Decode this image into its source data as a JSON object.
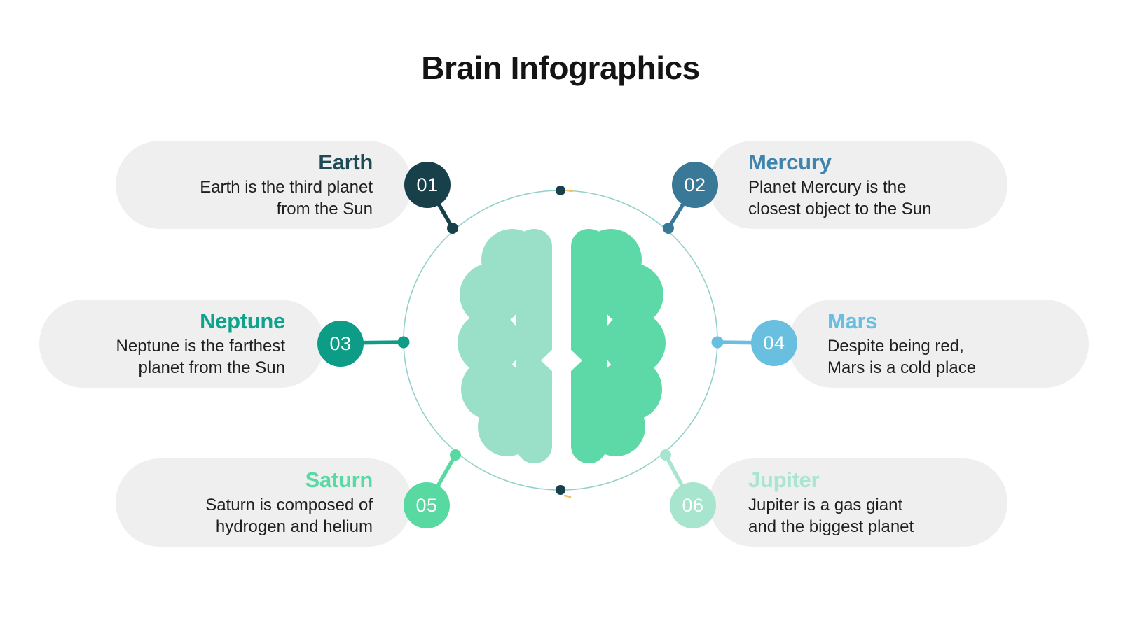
{
  "page": {
    "title": "Brain Infographics"
  },
  "items": [
    {
      "number": "01",
      "name": "Earth",
      "description": "Earth is the third planet\nfrom the Sun",
      "accent_color": "#17404b",
      "title_color": "#1e4a56",
      "side": "left"
    },
    {
      "number": "02",
      "name": "Mercury",
      "description": "Planet Mercury is the\nclosest object to the Sun",
      "accent_color": "#3a7897",
      "title_color": "#3e84ac",
      "side": "right"
    },
    {
      "number": "03",
      "name": "Neptune",
      "description": "Neptune is the farthest\nplanet from the Sun",
      "accent_color": "#0d9d86",
      "title_color": "#10a38b",
      "side": "left"
    },
    {
      "number": "04",
      "name": "Mars",
      "description": "Despite being red,\nMars is a cold place",
      "accent_color": "#69bfdf",
      "title_color": "#67bedf",
      "side": "right"
    },
    {
      "number": "05",
      "name": "Saturn",
      "description": "Saturn is composed of\nhydrogen and helium",
      "accent_color": "#58d9a2",
      "title_color": "#58daa4",
      "side": "left"
    },
    {
      "number": "06",
      "name": "Jupiter",
      "description": "Jupiter is a gas giant\nand the biggest planet",
      "accent_color": "#a7e5cf",
      "title_color": "#a9e6d0",
      "side": "right"
    }
  ],
  "brain": {
    "left_hemisphere_color": "#9ae0c8",
    "right_hemisphere_color": "#5cd9a6",
    "ring_color": "#86ccc4",
    "dark_dot_color": "#17404b",
    "tick_color": "#f2c268"
  }
}
